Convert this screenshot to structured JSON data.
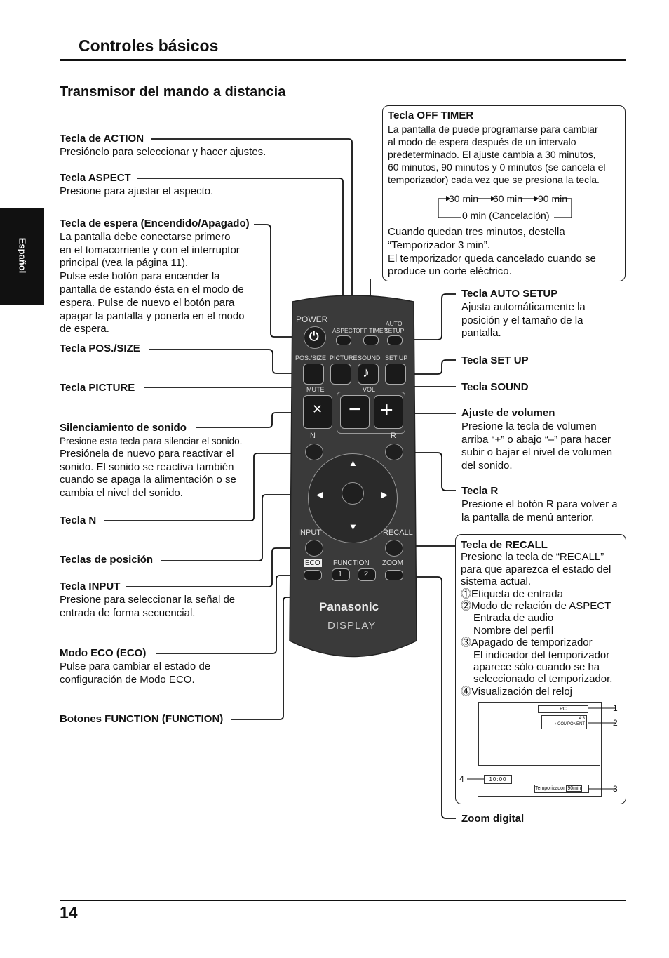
{
  "header": {
    "title": "Controles básicos",
    "subtitle": "Transmisor del mando a distancia",
    "side_tab": "Español"
  },
  "left": {
    "action": {
      "title": "Tecla de ACTION",
      "body": [
        "Presiónelo para seleccionar y hacer ajustes."
      ]
    },
    "aspect": {
      "title": "Tecla ASPECT",
      "body": [
        "Presione para ajustar el aspecto."
      ]
    },
    "standby": {
      "title": "Tecla de espera (Encendido/Apagado)",
      "body": [
        "La pantalla debe conectarse primero",
        "en el tomacorriente y con el interruptor",
        "principal (vea la página 11).",
        "Pulse este botón para encender la",
        "pantalla de estando ésta en el modo de",
        "espera. Pulse de nuevo el botón para",
        "apagar la pantalla y ponerla en el modo",
        "de espera."
      ]
    },
    "possize": {
      "title": "Tecla POS./SIZE"
    },
    "picture": {
      "title": "Tecla PICTURE"
    },
    "mute": {
      "title": "Silenciamiento de sonido",
      "small": "Presione esta tecla para silenciar el sonido.",
      "body": [
        "Presiónela de nuevo para reactivar el",
        "sonido. El sonido se reactiva también",
        "cuando se apaga la alimentación o se",
        "cambia el nivel del sonido."
      ]
    },
    "n": {
      "title": "Tecla N"
    },
    "position": {
      "title": "Teclas de posición"
    },
    "input": {
      "title": "Tecla INPUT",
      "body": [
        "Presione para seleccionar la señal de",
        "entrada de forma secuencial."
      ]
    },
    "eco": {
      "title": "Modo ECO (ECO)",
      "body": [
        "Pulse para cambiar el estado de",
        "configuración de Modo ECO."
      ]
    },
    "function": {
      "title": "Botones FUNCTION (FUNCTION)"
    }
  },
  "right": {
    "offtimer": {
      "title": "Tecla OFF TIMER",
      "body": [
        "La pantalla de puede programarse para cambiar",
        "al modo de espera después de un intervalo",
        "predeterminado. El ajuste cambia a 30 minutos,",
        "60 minutos, 90 minutos y 0 minutos (se cancela el",
        "temporizador) cada vez que se presiona la tecla."
      ],
      "cycle": [
        "30 min",
        "60 min",
        "90 min",
        "0 min (Cancelación)"
      ],
      "body2": [
        "Cuando quedan tres minutos, destella",
        "“Temporizador 3 min”.",
        "El temporizador queda cancelado cuando se",
        "produce un corte eléctrico."
      ]
    },
    "autosetup": {
      "title": "Tecla AUTO SETUP",
      "body": [
        "Ajusta automáticamente la",
        "posición y el tamaño de la",
        "pantalla."
      ]
    },
    "setup": {
      "title": "Tecla SET UP"
    },
    "sound": {
      "title": "Tecla SOUND"
    },
    "volume": {
      "title": "Ajuste de volumen",
      "body": [
        "Presione la tecla de volumen",
        "arriba “+” o abajo “–” para hacer",
        "subir o bajar el nivel de volumen",
        "del sonido."
      ]
    },
    "r": {
      "title": "Tecla R",
      "body": [
        "Presione el botón R para volver a",
        "la pantalla de menú anterior."
      ]
    },
    "recall": {
      "title": "Tecla de RECALL",
      "body": [
        "Presione la tecla de “RECALL”",
        "para que aparezca el estado del",
        "sistema actual."
      ],
      "items": [
        {
          "num": "1",
          "lines": [
            "Etiqueta de entrada"
          ]
        },
        {
          "num": "2",
          "lines": [
            "Modo de relación de ASPECT",
            "Entrada de audio",
            "Nombre del perfil"
          ]
        },
        {
          "num": "3",
          "lines": [
            "Apagado de temporizador",
            "El indicador del temporizador",
            "aparece sólo cuando se ha",
            "seleccionado el temporizador."
          ]
        },
        {
          "num": "4",
          "lines": [
            "Visualización del reloj"
          ]
        }
      ],
      "screen": {
        "input": "PC",
        "aspect": "4:3",
        "audio": "COMPONENT",
        "clock": "10:00",
        "timer_label": "Temporizador",
        "timer_value": "90min",
        "callouts": [
          "1",
          "2",
          "3",
          "4"
        ]
      }
    },
    "zoom": {
      "title": "Zoom digital"
    }
  },
  "remote": {
    "power": "POWER",
    "aspect": "ASPECT",
    "offtimer": "OFF TIMER",
    "auto": "AUTO",
    "setup_lbl": "SETUP",
    "possize": "POS./SIZE",
    "picture": "PICTURE",
    "sound": "SOUND",
    "setup": "SET UP",
    "mute": "MUTE",
    "vol": "VOL",
    "n": "N",
    "r": "R",
    "input": "INPUT",
    "recall": "RECALL",
    "eco": "ECO",
    "function": "FUNCTION",
    "zoom": "ZOOM",
    "f1": "1",
    "f2": "2",
    "brand": "Panasonic",
    "display": "DISPLAY"
  },
  "footer": {
    "page_number": "14"
  }
}
